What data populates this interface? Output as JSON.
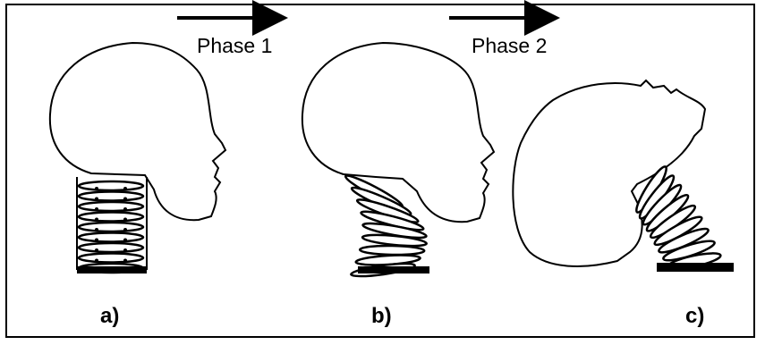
{
  "phases": [
    {
      "label": "Phase 1"
    },
    {
      "label": "Phase 2"
    }
  ],
  "panels": [
    {
      "label": "a)",
      "state": "neutral"
    },
    {
      "label": "b)",
      "state": "retraction"
    },
    {
      "label": "c)",
      "state": "extension"
    }
  ],
  "colors": {
    "ink": "#000000",
    "background": "#ffffff"
  }
}
